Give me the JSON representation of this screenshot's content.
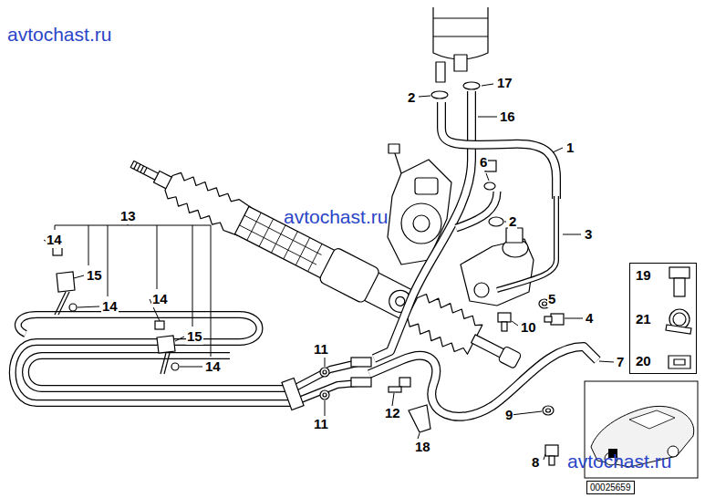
{
  "diagram": {
    "nodes": [
      {
        "text": [
          "19",
          "21",
          "20"
        ]
      },
      {
        "text": [
          "00025659"
        ]
      }
    ],
    "labels": [
      "avtochast.ru",
      "17",
      "2",
      "16",
      "1",
      "6",
      "2",
      "3",
      "13",
      "avtochast.ru",
      "14",
      "15",
      "14",
      "5",
      "4",
      "14",
      "10",
      "15",
      "14",
      "11",
      "7",
      "11",
      "12",
      "9",
      "18",
      "8",
      "avtochast.ru"
    ]
  }
}
